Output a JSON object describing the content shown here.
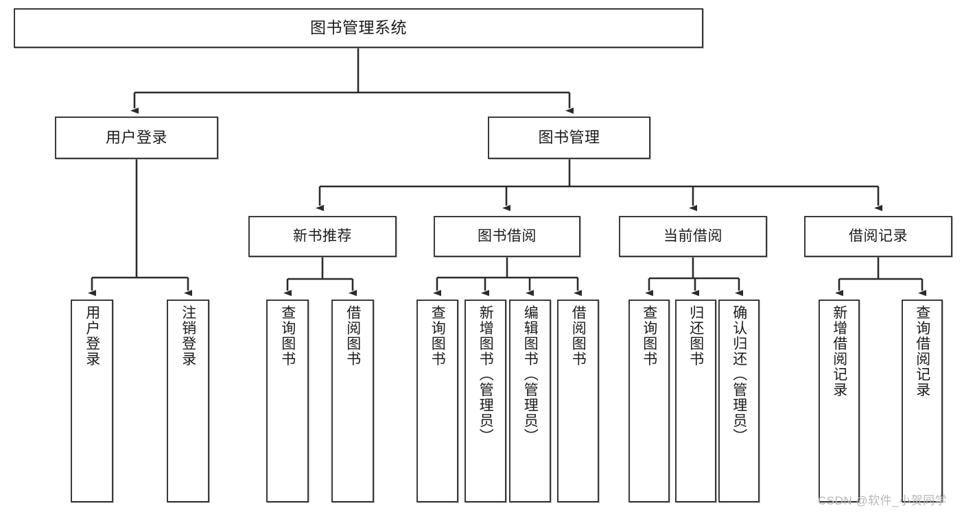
{
  "diagram": {
    "title": "图书管理系统",
    "type": "功能结构图",
    "root": {
      "id": "root",
      "label": "图书管理系统"
    },
    "level2": [
      {
        "id": "user-login",
        "label": "用户登录"
      },
      {
        "id": "book-manage",
        "label": "图书管理"
      }
    ],
    "level3": [
      {
        "id": "new-book-recommend",
        "label": "新书推荐"
      },
      {
        "id": "book-borrow",
        "label": "图书借阅"
      },
      {
        "id": "current-borrow",
        "label": "当前借阅"
      },
      {
        "id": "borrow-record",
        "label": "借阅记录"
      }
    ],
    "leaves": {
      "user_login": [
        {
          "id": "leaf-user-login",
          "label": "用户登录"
        },
        {
          "id": "leaf-user-logout",
          "label": "注销登录"
        }
      ],
      "new_book_recommend": [
        {
          "id": "leaf-query-book-1",
          "label": "查询图书"
        },
        {
          "id": "leaf-borrow-book-1",
          "label": "借阅图书"
        }
      ],
      "book_borrow": [
        {
          "id": "leaf-query-book-2",
          "label": "查询图书"
        },
        {
          "id": "leaf-add-book",
          "label": "新增图书（管理员）"
        },
        {
          "id": "leaf-edit-book",
          "label": "编辑图书（管理员）"
        },
        {
          "id": "leaf-borrow-book-2",
          "label": "借阅图书"
        }
      ],
      "current_borrow": [
        {
          "id": "leaf-query-book-3",
          "label": "查询图书"
        },
        {
          "id": "leaf-return-book",
          "label": "归还图书"
        },
        {
          "id": "leaf-confirm-return",
          "label": "确认归还（管理员）"
        }
      ],
      "borrow_record": [
        {
          "id": "leaf-add-record",
          "label": "新增借阅记录"
        },
        {
          "id": "leaf-query-record",
          "label": "查询借阅记录"
        }
      ]
    }
  },
  "watermark": {
    "text": "CSDN @软件_小贺同学"
  },
  "colors": {
    "box_border": "#3a3a3a",
    "box_fill": "#ffffff",
    "edge": "#2b2b2b",
    "text": "#1b1b1b",
    "watermark": "#b8b8b8",
    "background": "#ffffff"
  }
}
